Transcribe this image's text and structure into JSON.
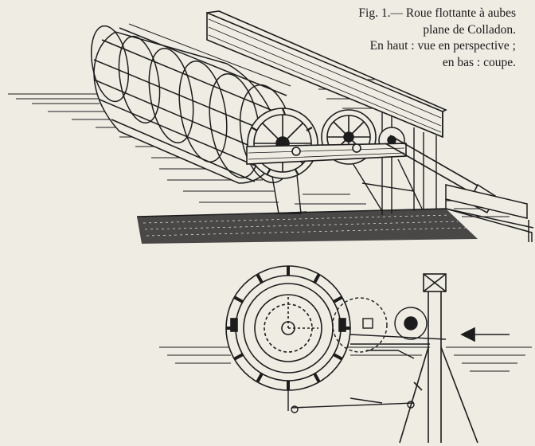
{
  "caption": {
    "line1": "Fig. 1.— Roue flottante à aubes",
    "line2": "plane de Colladon.",
    "line3": "En haut : vue en perspective ;",
    "line4": "en bas : coupe."
  },
  "colors": {
    "ink": "#1c1c1c",
    "paper": "#efece4"
  }
}
